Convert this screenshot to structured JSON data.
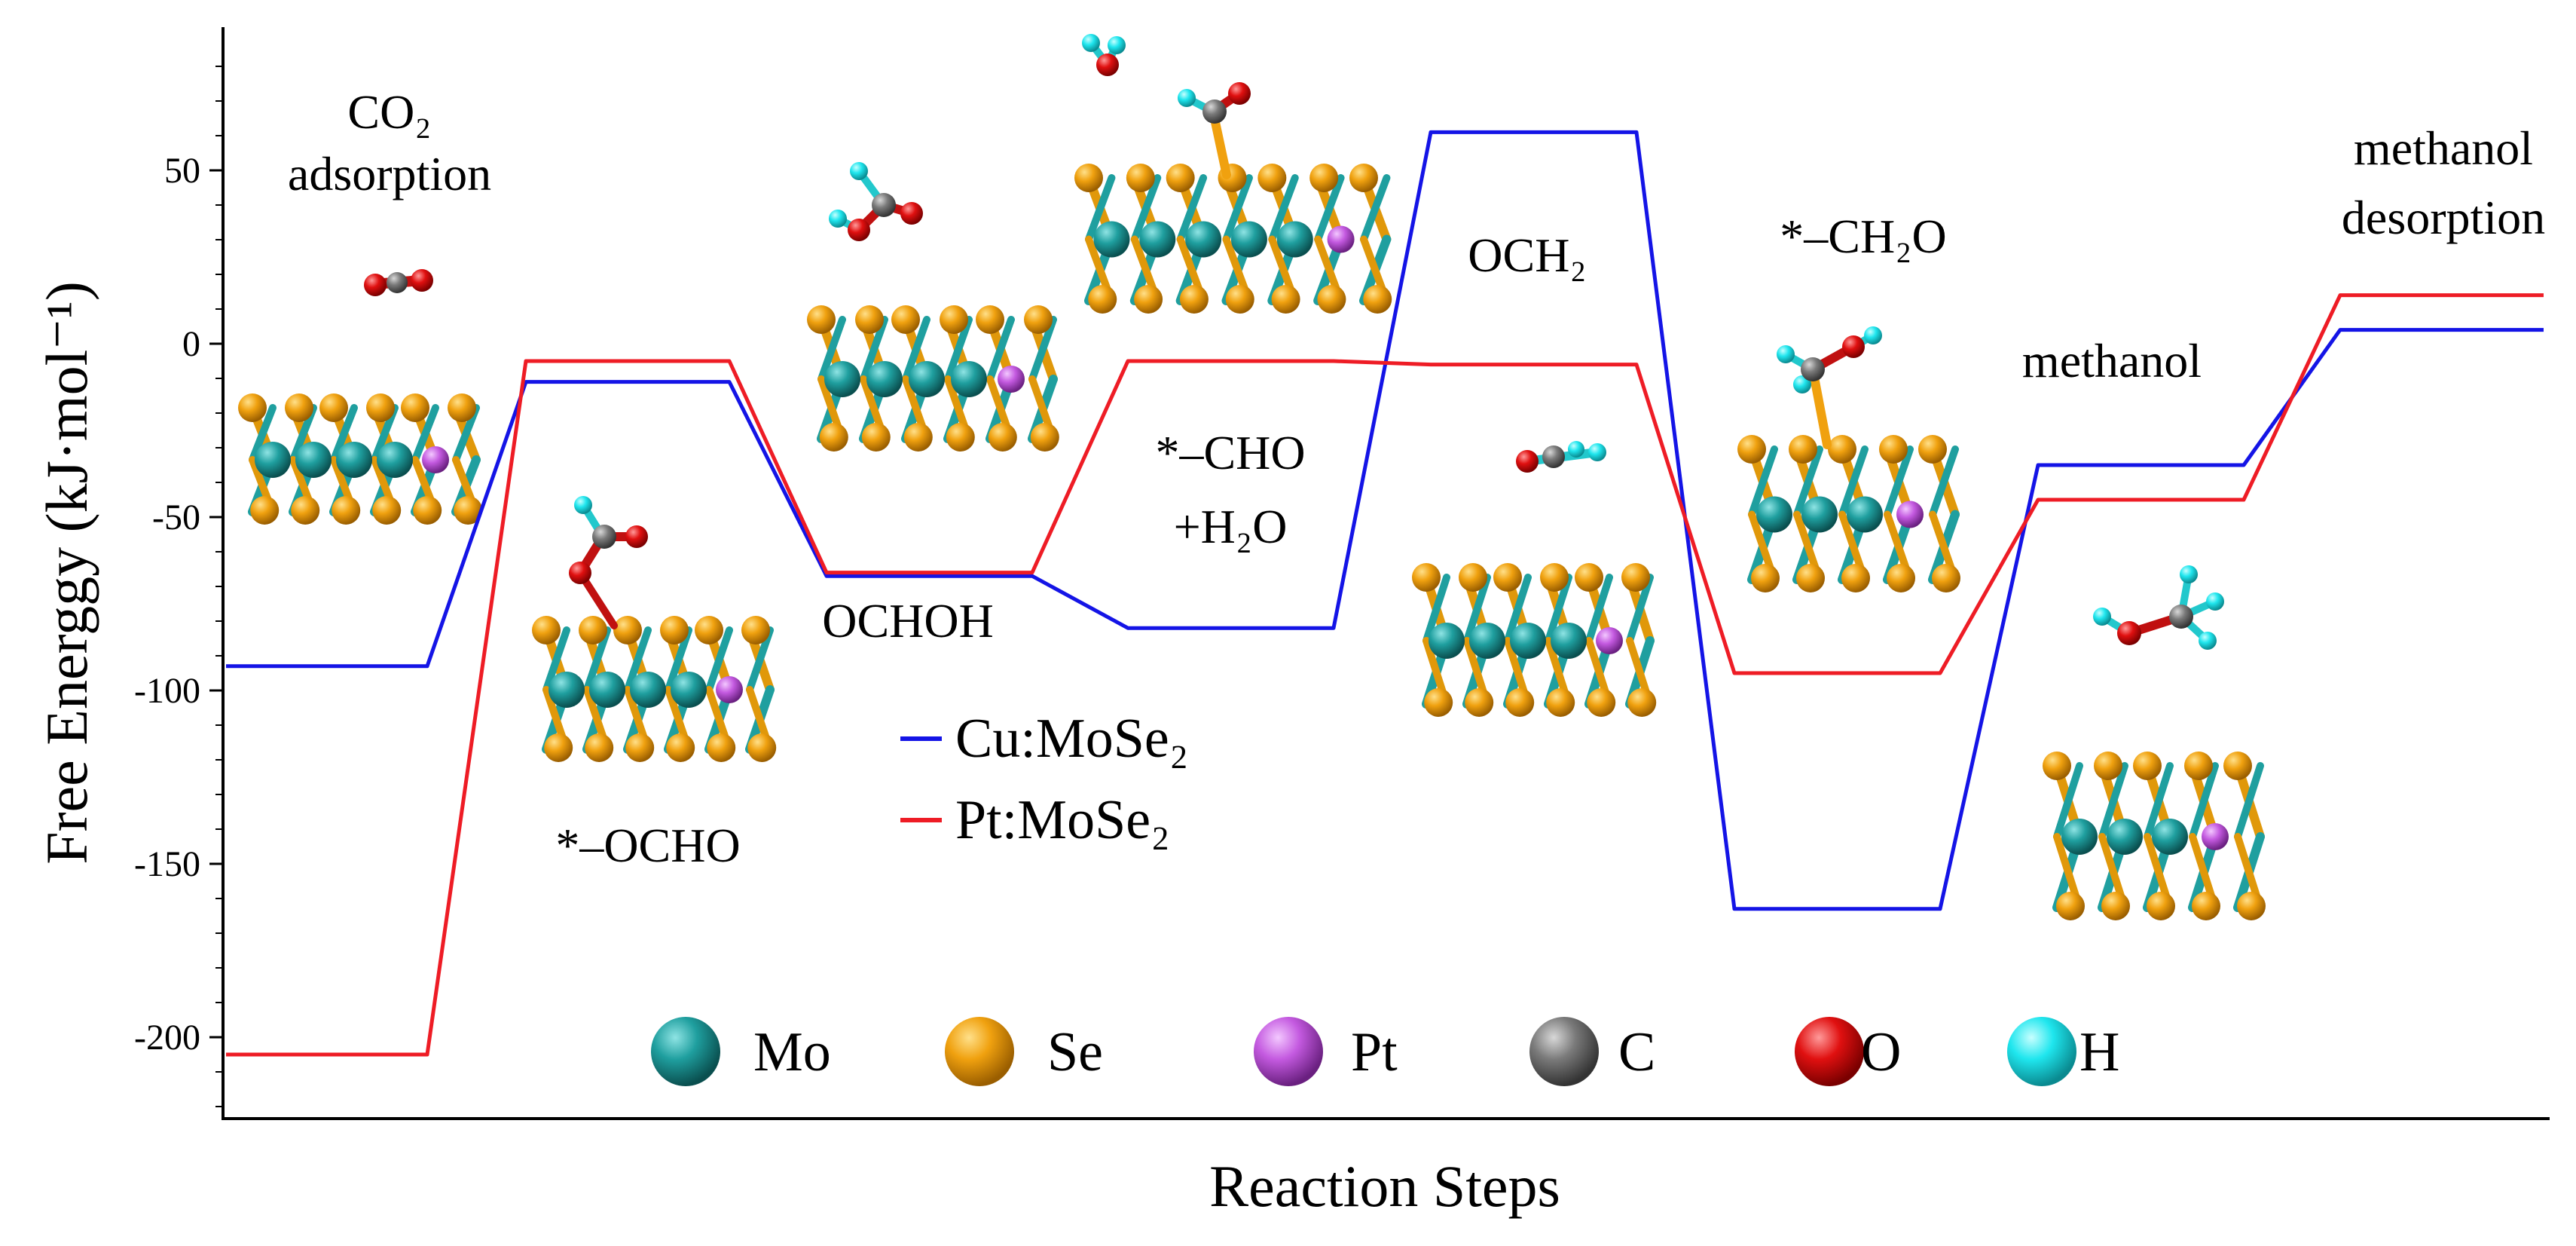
{
  "chart_data": {
    "type": "line",
    "title": "",
    "xlabel": "Reaction Steps",
    "ylabel": "Free Energgy (kJ·mol⁻¹)",
    "ylim": [
      -222,
      92
    ],
    "yticks": [
      50,
      0,
      -50,
      -100,
      -150,
      -200
    ],
    "ytick_labels": [
      "50",
      "0",
      "-50",
      "-100",
      "-150",
      "-200"
    ],
    "steps": [
      "CO₂ adsorption",
      "*–OCHO",
      "OCHOH",
      "*–CHO +H₂O",
      "OCH₂",
      "*–CH₂O",
      "methanol",
      "methanol desorption"
    ],
    "step_annotations": [
      [
        "CO₂",
        "adsorption"
      ],
      [
        "*–OCHO"
      ],
      [
        "OCHOH"
      ],
      [
        "*–CHO",
        "+H₂O"
      ],
      [
        "OCH₂"
      ],
      [
        "*–CH₂O"
      ],
      [
        "methanol"
      ],
      [
        "methanol",
        "desorption"
      ]
    ],
    "series": [
      {
        "name": "Cu:MoSe₂",
        "color": "#1414e6",
        "values": [
          -93,
          -11,
          -67,
          -82,
          61,
          -163,
          -35,
          4
        ]
      },
      {
        "name": "Pt:MoSe₂",
        "color": "#ee1c25",
        "values": [
          -205,
          -5,
          -66,
          -5,
          -6,
          -95,
          -45,
          14
        ]
      }
    ],
    "grid": false,
    "legend_position": "center",
    "atom_legend": [
      {
        "label": "Mo",
        "color": "#1f9f9f"
      },
      {
        "label": "Se",
        "color": "#f0a10f"
      },
      {
        "label": "Pt",
        "color": "#c45ae0"
      },
      {
        "label": "C",
        "color": "#7a7a7a"
      },
      {
        "label": "O",
        "color": "#e01010"
      },
      {
        "label": "H",
        "color": "#1fe6ee"
      }
    ]
  }
}
